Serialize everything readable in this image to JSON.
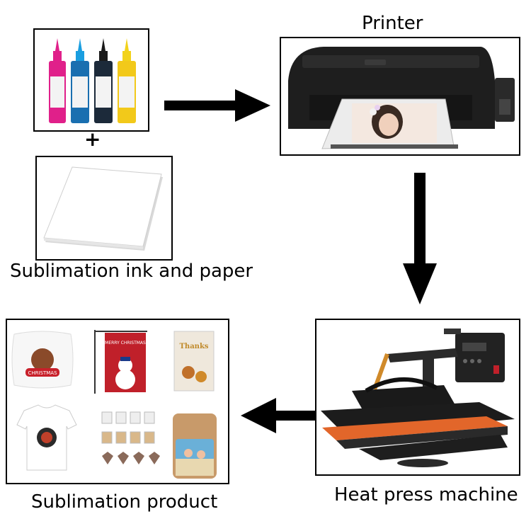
{
  "labels": {
    "printer": "Printer",
    "ink_and_paper": "Sublimation ink and paper",
    "heat_press": "Heat press machine",
    "product": "Sublimation product",
    "plus": "+"
  },
  "ink_bottles": [
    {
      "name": "magenta",
      "color": "#e0208a"
    },
    {
      "name": "cyan",
      "color": "#1a9ee0"
    },
    {
      "name": "black",
      "color": "#1a1a1a"
    },
    {
      "name": "yellow",
      "color": "#f2d21a"
    }
  ],
  "products": {
    "flag_text": "MERRY CHRISTMAS",
    "pillow_text": "CHRISTMAS",
    "card_text": "Thanks"
  }
}
